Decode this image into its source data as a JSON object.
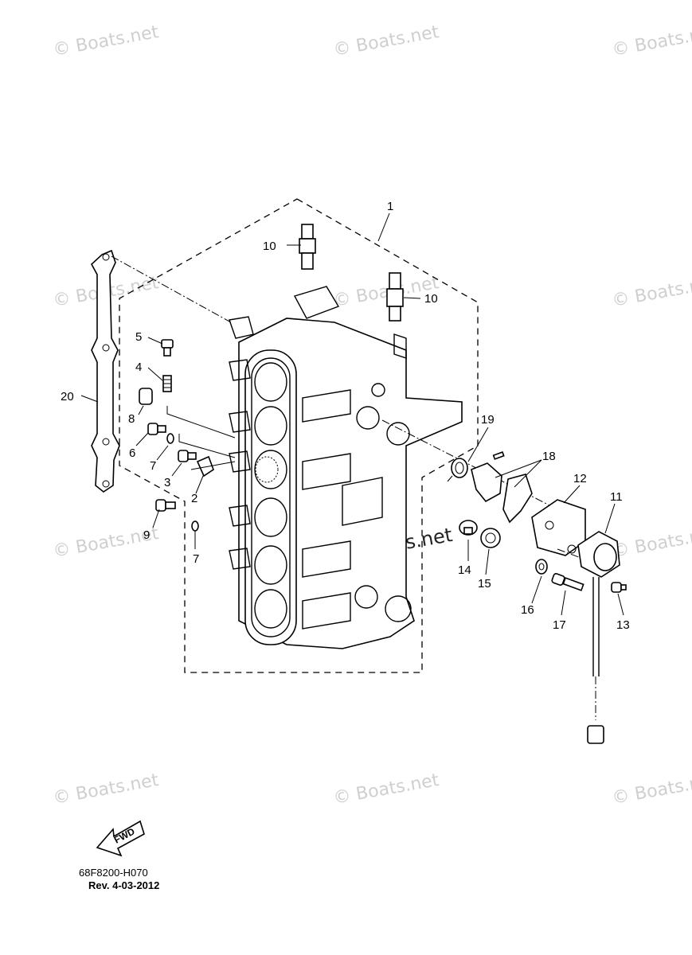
{
  "watermark": {
    "text": "© Boats.net"
  },
  "diagram": {
    "drawing_code": "68F8200-H070",
    "revision": "Rev.   4-03-2012",
    "fwd_label": "FWD",
    "callouts": {
      "c1": "1",
      "c2": "2",
      "c3": "3",
      "c4": "4",
      "c5": "5",
      "c6": "6",
      "c7a": "7",
      "c7b": "7",
      "c8": "8",
      "c9": "9",
      "c10a": "10",
      "c10b": "10",
      "c11": "11",
      "c12": "12",
      "c13": "13",
      "c14": "14",
      "c15": "15",
      "c16": "16",
      "c17": "17",
      "c18": "18",
      "c19": "19",
      "c20": "20"
    }
  }
}
